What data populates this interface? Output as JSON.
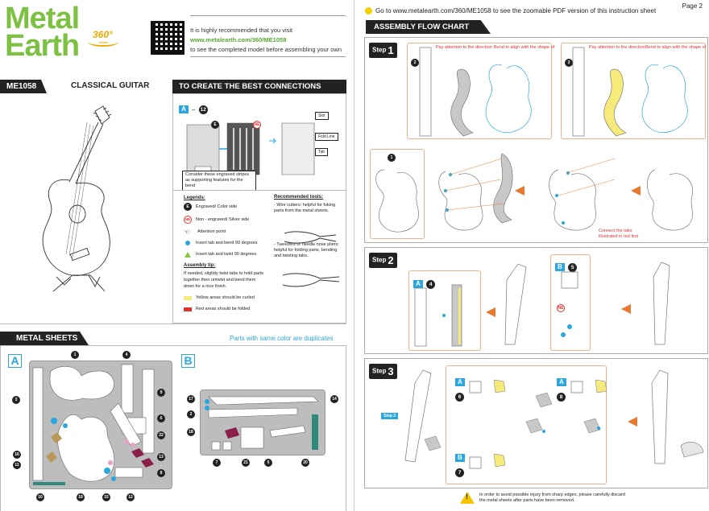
{
  "brand": {
    "line1": "Metal",
    "line2": "Earth",
    "badge": "360°",
    "badge_sub": "views"
  },
  "qr_note": {
    "line1": "It is highly recommended that you visit",
    "url": "www.metalearth.com/360/ME1058",
    "line3": "to see the completed model before assembling your own"
  },
  "model": {
    "code": "ME1058",
    "name": "CLASSICAL GUITAR"
  },
  "connections": {
    "title": "TO CREATE THE BEST CONNECTIONS",
    "ref_sheet": "A",
    "ref_part": "12",
    "labels": {
      "slot": "Slot",
      "fold_line": "Fold Line",
      "tab": "Tab"
    },
    "badge_e": "E",
    "badge_ne": "NE",
    "note": "Consider these engraved stripes as supporting features for the bend"
  },
  "legend": {
    "title": "Legends:",
    "items": [
      {
        "icon": "E",
        "text": "Engraved/ Color side"
      },
      {
        "icon": "NE",
        "text": "Non - engraved/ Silver side"
      },
      {
        "icon": "hand",
        "text": "Attention point"
      },
      {
        "icon": "dot",
        "text": "Insert tab and bend 90 degrees"
      },
      {
        "icon": "triangle",
        "text": "Insert tab and twist 90 degrees"
      }
    ],
    "tip_title": "Assembly tip:",
    "tip_text": "If needed, slightly twist tabs to hold parts together then untwist and bend them down for a nice finish.",
    "yellow": "Yellow areas should be curled",
    "red": "Red areas should be folded"
  },
  "tools": {
    "title": "Recommended tools:",
    "item1": "- Wire cutters: helpful for foking parts from the metal sheets.",
    "item2": "- Tweezers or needle nose pliers: helpful for folding parts, bending and twisting tabs."
  },
  "sheets": {
    "title": "METAL SHEETS",
    "dup_note": "Parts with same color are duplicates",
    "sheet_a": "A",
    "sheet_b": "B",
    "markers_a": [
      "1",
      "3",
      "4",
      "9",
      "6",
      "22",
      "13",
      "8",
      "12",
      "15",
      "19",
      "10",
      "11",
      "16"
    ],
    "markers_b": [
      "17",
      "2",
      "18",
      "7",
      "21",
      "5",
      "20",
      "14"
    ]
  },
  "right": {
    "pdf_note": "Go to www.metalearth.com/360/ME1058 to see the zoomable PDF version of this instruction sheet",
    "page": "Page 2",
    "flow_title": "ASSEMBLY FLOW CHART",
    "step_word": "Step",
    "steps": [
      "1",
      "2",
      "3"
    ],
    "step1": {
      "note_dir": "Pay attention to the direction",
      "note_shape": "Bend to align with the shape of",
      "connect_note": "Connect the tabs illustrated in red first",
      "refs": {
        "b2": "2",
        "a1": "1",
        "b3": "3"
      }
    },
    "step2": {
      "refs": {
        "a4": "4",
        "b5": "5"
      },
      "ne": "NE"
    },
    "step3": {
      "refs": {
        "a6": "6",
        "a8": "8",
        "b7": "7"
      },
      "step2_tag": "Step 2"
    },
    "warning": "In order to avoid possible injury from sharp edges, please carefully discard the metal sheets after parts have been removed."
  },
  "colors": {
    "green": "#7cc142",
    "blue": "#2aa7df",
    "yellow": "#f5ea7a",
    "red": "#dd3333",
    "dark": "#222222"
  }
}
